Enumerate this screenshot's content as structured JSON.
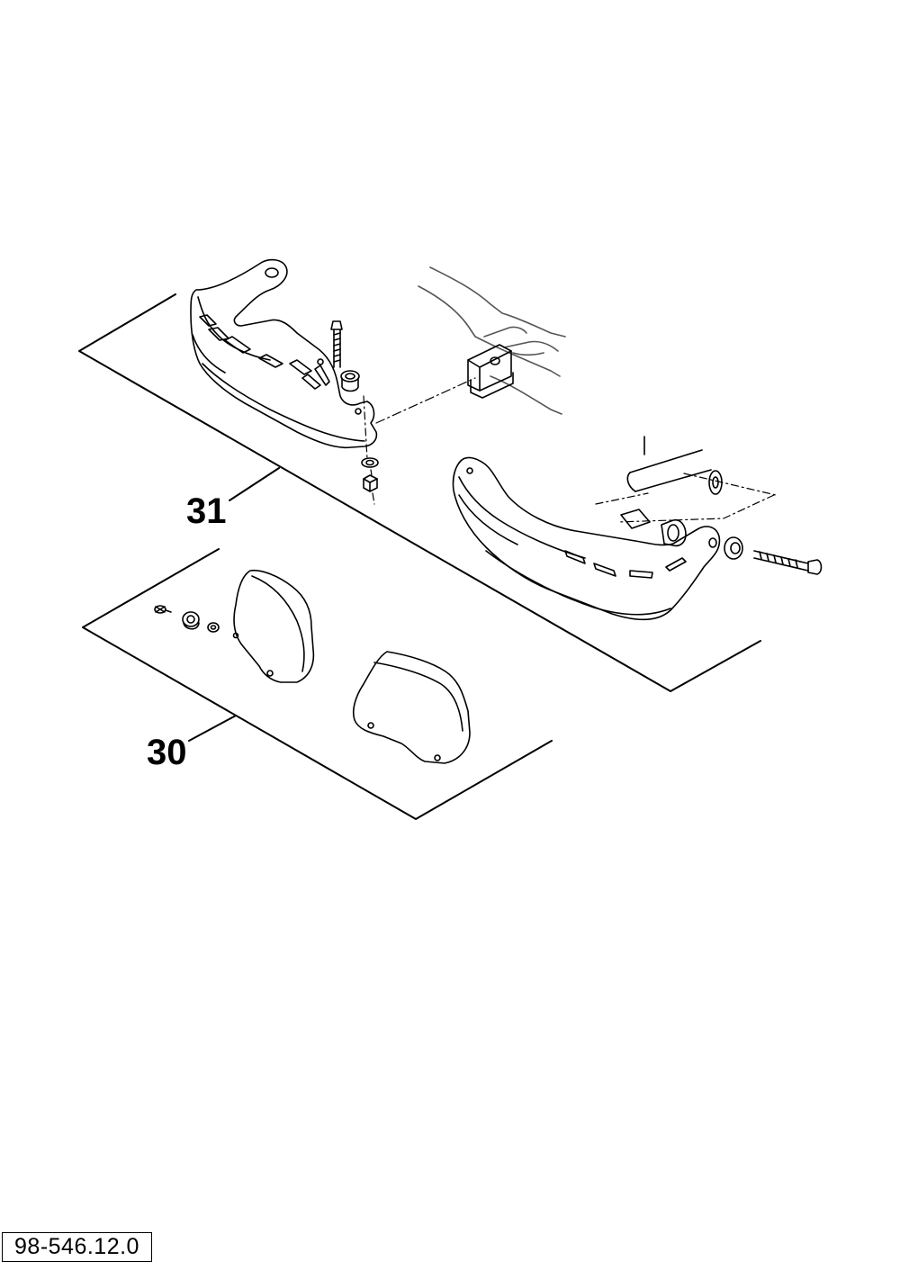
{
  "callouts": {
    "group_31": "31",
    "group_30": "30"
  },
  "reference_code": "98-546.12.0",
  "colors": {
    "line": "#000000",
    "background": "#ffffff",
    "leader_grey": "#555555"
  }
}
